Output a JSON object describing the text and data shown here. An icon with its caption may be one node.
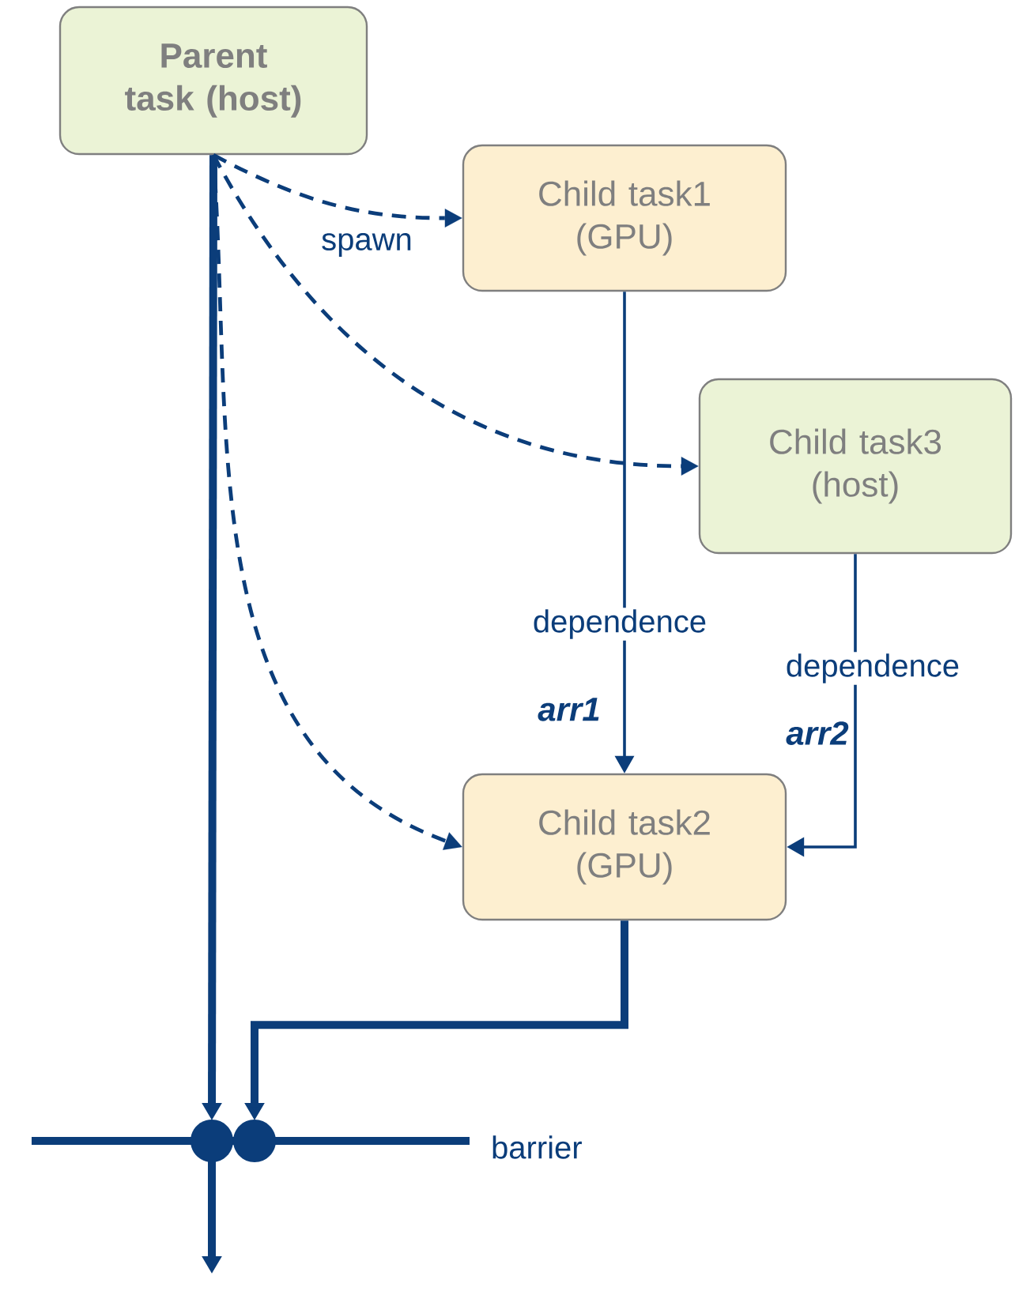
{
  "diagram": {
    "nodes": [
      {
        "text": [
          "Parent task (host)"
        ]
      },
      {
        "text": [
          "Child task1 (GPU)"
        ]
      },
      {
        "text": [
          "Child task3 (host)"
        ]
      },
      {
        "text": [
          "Child task2 (GPU)"
        ]
      },
      {
        "text": [],
        "shape": "bar",
        "beside": [
          "barrier"
        ]
      }
    ],
    "edges": [
      {
        "from": 0,
        "to": 1,
        "arrow": "to",
        "style": "dashed",
        "label": "spawn"
      },
      {
        "from": 0,
        "to": 2,
        "arrow": "to",
        "style": "dashed"
      },
      {
        "from": 0,
        "to": 3,
        "arrow": "to",
        "style": "dashed"
      },
      {
        "from": 1,
        "to": 3,
        "arrow": "to",
        "label": "dependence"
      },
      {
        "from": 2,
        "to": 3,
        "arrow": "to",
        "label": "dependence"
      },
      {
        "from": 0,
        "to": 4,
        "arrow": "to",
        "style": "thick"
      },
      {
        "from": 3,
        "to": 4,
        "arrow": "to",
        "style": "thick"
      },
      {
        "from": 4,
        "to": null,
        "arrow": "to",
        "style": "thick"
      }
    ],
    "labels": [
      "arr1",
      "arr2"
    ]
  }
}
